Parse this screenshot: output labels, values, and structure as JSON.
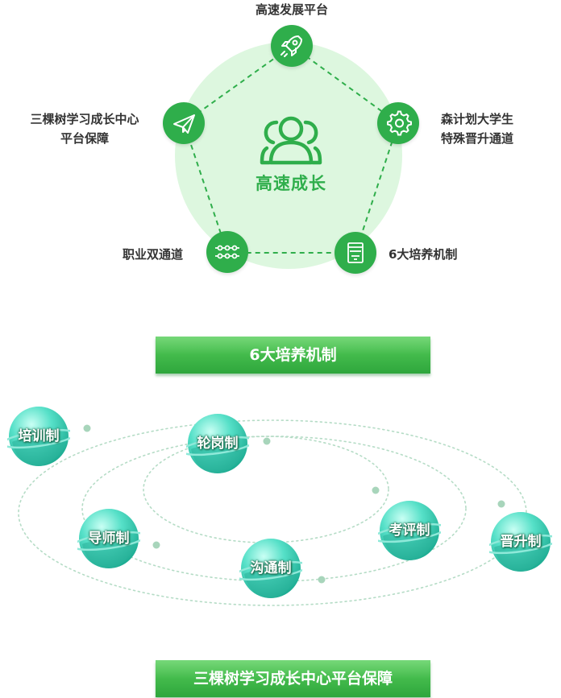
{
  "growth_diagram": {
    "center_title": "高速成长",
    "nodes": {
      "top": {
        "label": "高速发展平台",
        "icon": "rocket-icon"
      },
      "right": {
        "label_line1": "森计划大学生",
        "label_line2": "特殊晋升通道",
        "icon": "gear-icon"
      },
      "bottom_right": {
        "label": "6大培养机制",
        "icon": "document-icon"
      },
      "bottom_left": {
        "label": "职业双通道",
        "icon": "dual-track-icon"
      },
      "left": {
        "label_line1": "三棵树学习成长中心",
        "label_line2": "平台保障",
        "icon": "paper-plane-icon"
      }
    },
    "colors": {
      "accent": "#2fae4b",
      "halo": "#ddf7df",
      "title_green": "#2fae4b"
    }
  },
  "training_section": {
    "banner": "6大培养机制",
    "planets": {
      "peixun": "培训制",
      "lungang": "轮岗制",
      "daoshi": "导师制",
      "goutong": "沟通制",
      "kaoping": "考评制",
      "jinsheng": "晋升制"
    }
  },
  "footer_banner": "三棵树学习成长中心平台保障"
}
